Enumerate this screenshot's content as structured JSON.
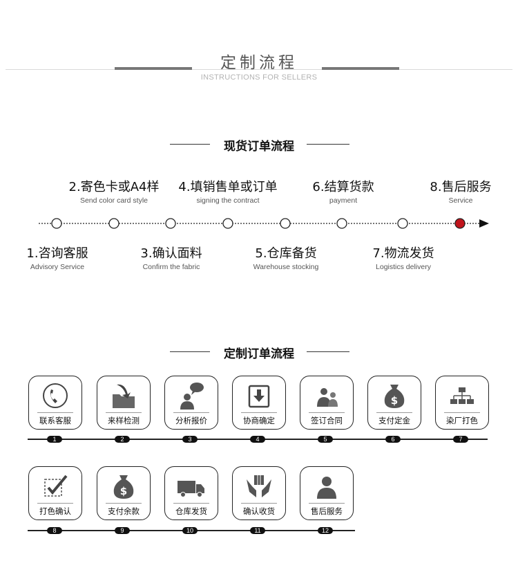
{
  "header": {
    "title": "定制流程",
    "subtitle": "INSTRUCTIONS FOR SELLERS"
  },
  "stock_section": {
    "title": "现货订单流程",
    "steps_top": [
      {
        "title": "2.寄色卡或A4样",
        "subtitle": "Send color card style"
      },
      {
        "title": "4.填销售单或订单",
        "subtitle": "signing the contract"
      },
      {
        "title": "6.结算货款",
        "subtitle": "payment"
      },
      {
        "title": "8.售后服务",
        "subtitle": "Service"
      }
    ],
    "steps_bottom": [
      {
        "title": "1.咨询客服",
        "subtitle": "Advisory Service"
      },
      {
        "title": "3.确认面料",
        "subtitle": "Confirm the fabric"
      },
      {
        "title": "5.仓库备货",
        "subtitle": "Warehouse stocking"
      },
      {
        "title": "7.物流发货",
        "subtitle": "Logistics delivery"
      }
    ],
    "active_color": "#c0141c"
  },
  "custom_section": {
    "title": "定制订单流程",
    "row1": [
      {
        "label": "联系客服",
        "num": "1",
        "icon": "phone-icon"
      },
      {
        "label": "来样检测",
        "num": "2",
        "icon": "folder-icon"
      },
      {
        "label": "分析报价",
        "num": "3",
        "icon": "consultant-icon"
      },
      {
        "label": "协商确定",
        "num": "4",
        "icon": "download-box-icon"
      },
      {
        "label": "签订合同",
        "num": "5",
        "icon": "people-icon"
      },
      {
        "label": "支付定金",
        "num": "6",
        "icon": "money-bag-icon"
      },
      {
        "label": "染厂打色",
        "num": "7",
        "icon": "hierarchy-icon"
      }
    ],
    "row2": [
      {
        "label": "打色确认",
        "num": "8",
        "icon": "checkbox-icon"
      },
      {
        "label": "支付余款",
        "num": "9",
        "icon": "money-bag-icon"
      },
      {
        "label": "仓库发货",
        "num": "10",
        "icon": "truck-icon"
      },
      {
        "label": "确认收货",
        "num": "11",
        "icon": "hands-box-icon"
      },
      {
        "label": "售后服务",
        "num": "12",
        "icon": "person-icon"
      }
    ]
  }
}
